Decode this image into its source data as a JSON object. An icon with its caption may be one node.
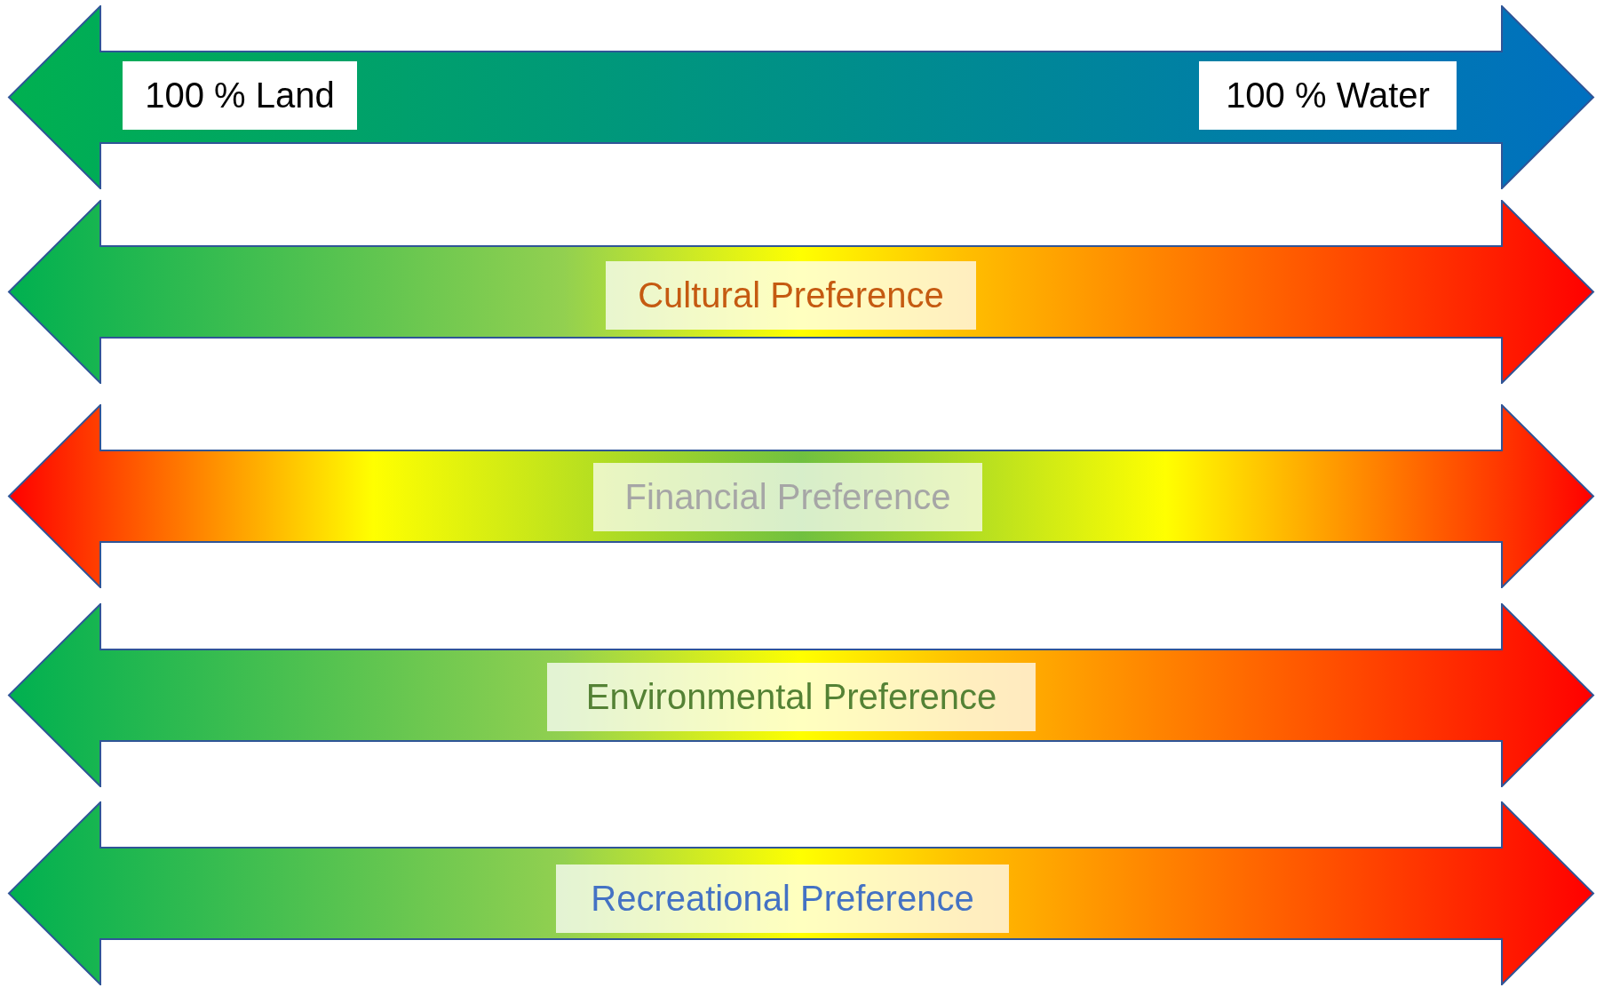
{
  "diagram": {
    "nodes": [
      {
        "text": [
          "100 % Land",
          "100 % Water"
        ]
      },
      {
        "text": [
          "Cultural Preference"
        ]
      },
      {
        "text": [
          "Financial Preference"
        ]
      },
      {
        "text": [
          "Environmental Preference"
        ]
      },
      {
        "text": [
          "Recreational Preference"
        ]
      }
    ]
  }
}
